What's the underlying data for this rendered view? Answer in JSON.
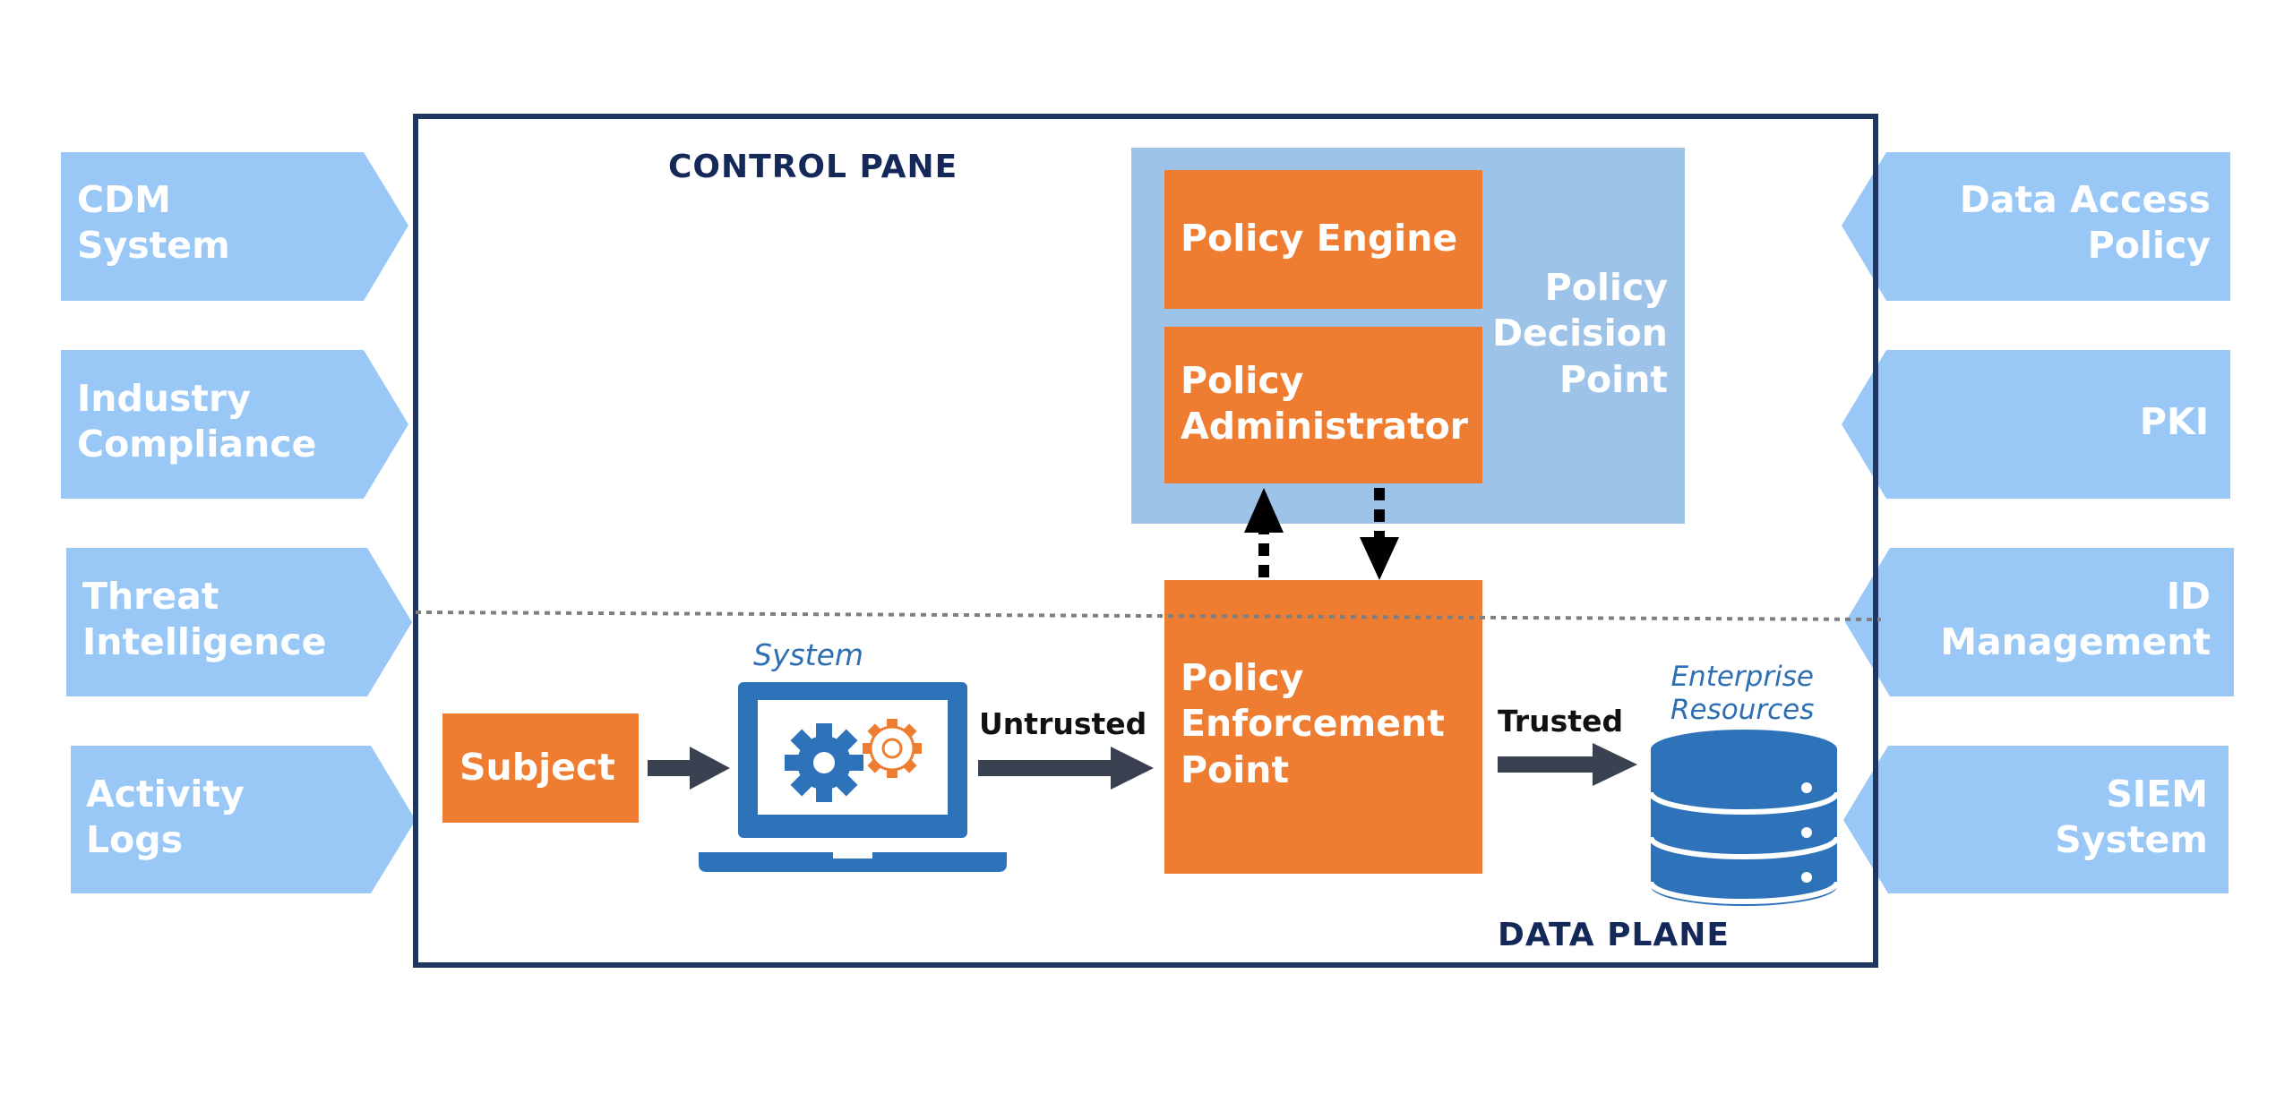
{
  "left_inputs": [
    {
      "line1": "CDM",
      "line2": "System"
    },
    {
      "line1": "Industry",
      "line2": "Compliance"
    },
    {
      "line1": "Threat",
      "line2": "Intelligence"
    },
    {
      "line1": "Activity",
      "line2": "Logs"
    }
  ],
  "right_inputs": [
    {
      "line1": "Data Access",
      "line2": "Policy"
    },
    {
      "line1": "PKI",
      "line2": ""
    },
    {
      "line1": "ID",
      "line2": "Management"
    },
    {
      "line1": "SIEM",
      "line2": "System"
    }
  ],
  "control_pane": {
    "label": "CONTROL PANE"
  },
  "data_plane": {
    "label": "DATA PLANE"
  },
  "pdp": {
    "line1": "Policy",
    "line2": "Decision",
    "line3": "Point"
  },
  "policy_engine": {
    "label": "Policy Engine"
  },
  "policy_administrator": {
    "line1": "Policy",
    "line2": "Administrator"
  },
  "pep": {
    "line1": "Policy",
    "line2": "Enforcement",
    "line3": "Point"
  },
  "subject": {
    "label": "Subject"
  },
  "system": {
    "label": "System"
  },
  "flow": {
    "untrusted": "Untrusted",
    "trusted": "Trusted"
  },
  "enterprise_resources": {
    "line1": "Enterprise",
    "line2": "Resources"
  },
  "colors": {
    "light_blue": "#99c8f7",
    "pdp_blue": "#9dc3e8",
    "orange": "#ee7d31",
    "navy": "#1f3562",
    "icon_blue": "#2e73b9",
    "arrow_dark": "#3a4150"
  }
}
